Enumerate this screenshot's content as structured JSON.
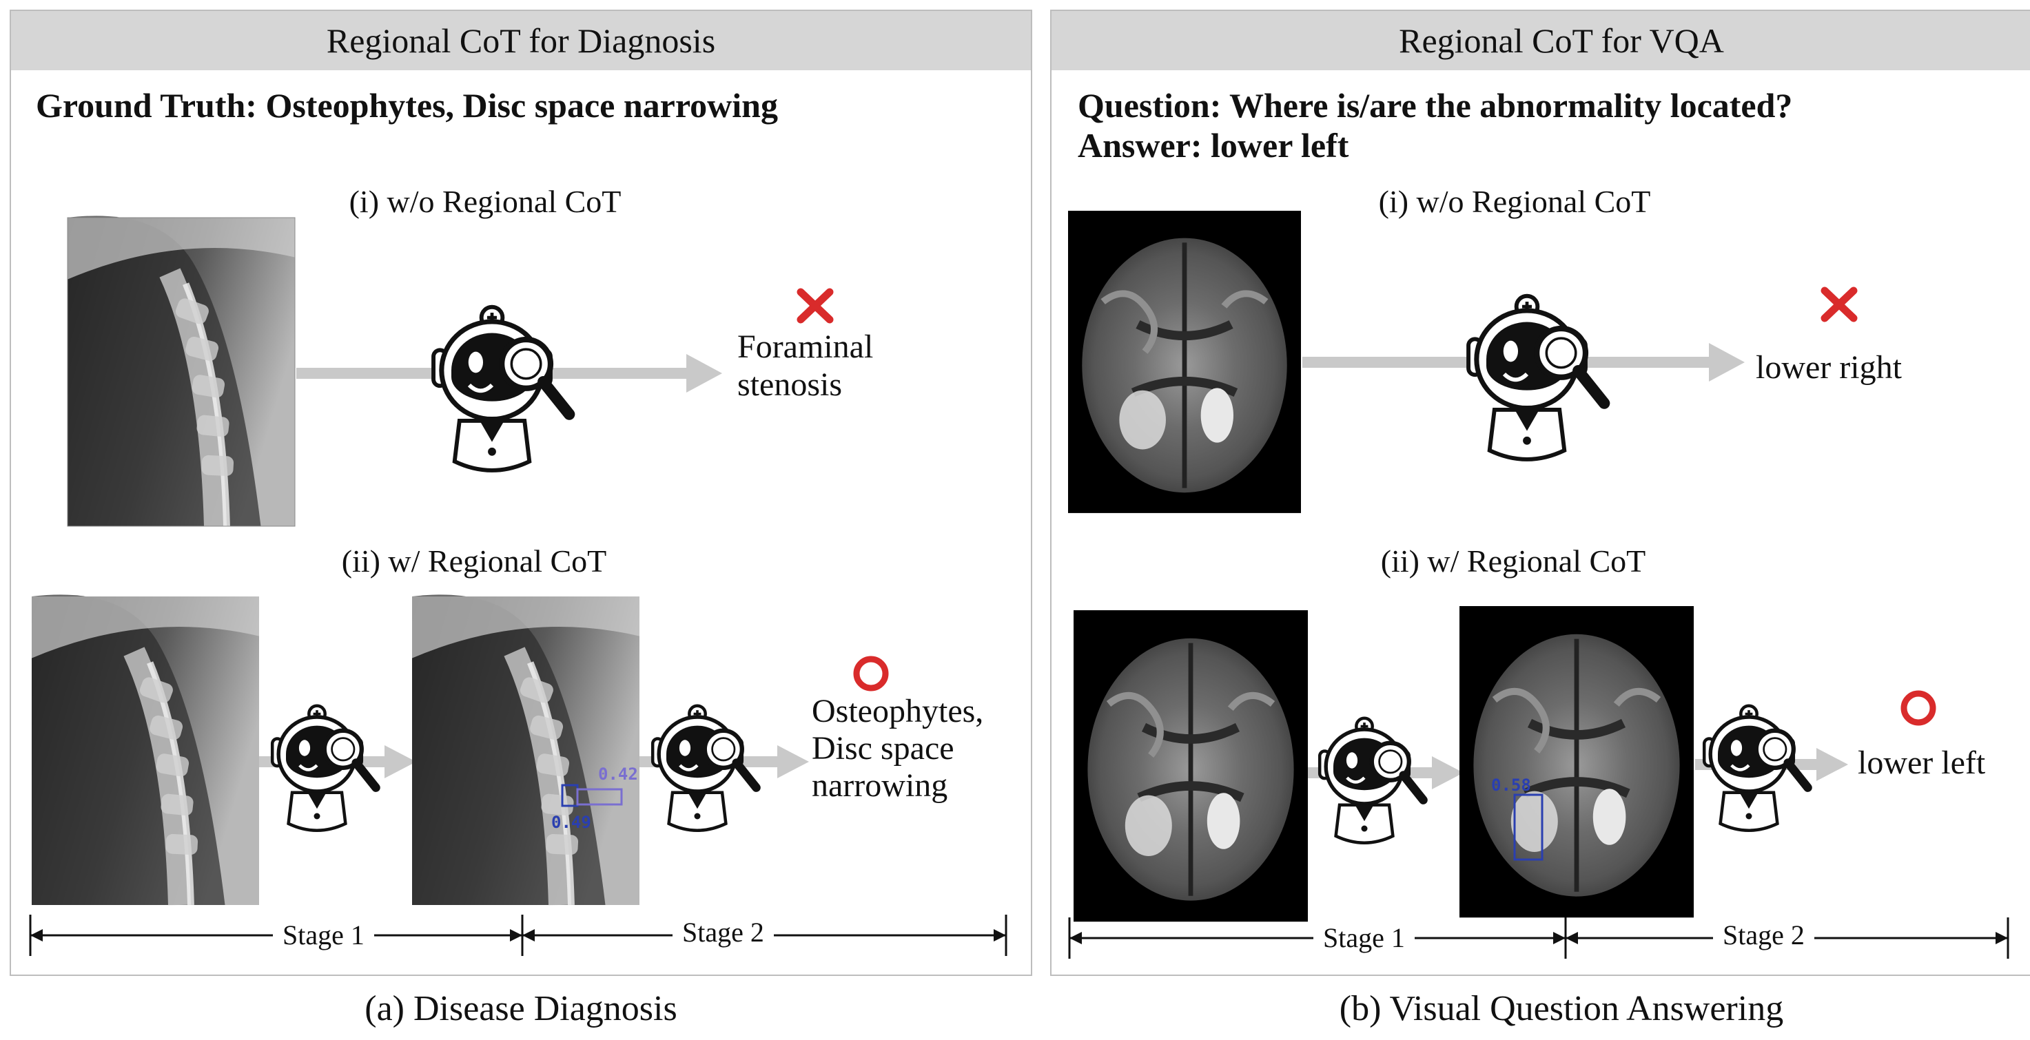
{
  "left": {
    "header": "Regional CoT for Diagnosis",
    "ground_truth": "Ground Truth: Osteophytes, Disc space narrowing",
    "section1": "(i) w/o Regional CoT",
    "section2": "(ii) w/ Regional CoT",
    "result1_line1": "Foraminal",
    "result1_line2": "stenosis",
    "result2_line1": "Osteophytes,",
    "result2_line2": "Disc space",
    "result2_line3": "narrowing",
    "score_a": "0.42",
    "score_b": "0.49",
    "stage1": "Stage 1",
    "stage2": "Stage 2",
    "caption": "(a) Disease Diagnosis"
  },
  "right": {
    "header": "Regional CoT for VQA",
    "question": "Question: Where is/are the abnormality located?",
    "answer": "Answer: lower left",
    "section1": "(i) w/o Regional CoT",
    "section2": "(ii) w/ Regional CoT",
    "result1": "lower right",
    "result2": "lower left",
    "score": "0.58",
    "stage1": "Stage 1",
    "stage2": "Stage 2",
    "caption": "(b) Visual Question Answering"
  },
  "colors": {
    "wrong": "#d92b2b",
    "correct": "#d92b2b",
    "arrow": "#c9c9c9",
    "box_primary": "#2a3fb0",
    "box_secondary": "#7a6fd0"
  }
}
